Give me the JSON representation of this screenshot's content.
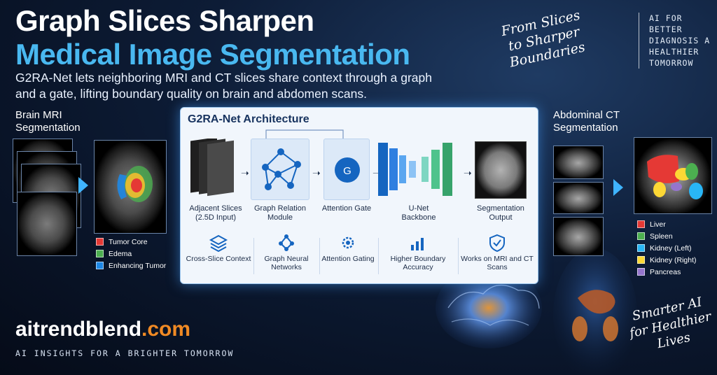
{
  "header": {
    "title_line1": "Graph Slices Sharpen",
    "title_line2": "Medical Image Segmentation",
    "subtitle": "G2RA-Net lets neighboring MRI and CT slices share context through a graph and a gate, lifting boundary quality on brain and abdomen scans."
  },
  "notes": {
    "slices": "From Slices to Sharper Boundaries",
    "ai_better": "AI FOR BETTER DIAGNOSIS A HEALTHIER TOMORROW",
    "smarter": "Smarter AI for Healthier Lives"
  },
  "mri": {
    "title": "Brain MRI Segmentation",
    "legend": [
      {
        "label": "Tumor Core",
        "color": "#e53935"
      },
      {
        "label": "Edema",
        "color": "#4caf50"
      },
      {
        "label": "Enhancing Tumor",
        "color": "#1e88e5"
      }
    ]
  },
  "ct": {
    "title": "Abdominal CT Segmentation",
    "legend": [
      {
        "label": "Liver",
        "color": "#e53935"
      },
      {
        "label": "Spleen",
        "color": "#4caf50"
      },
      {
        "label": "Kidney (Left)",
        "color": "#29b6f6"
      },
      {
        "label": "Kidney (Right)",
        "color": "#fdd835"
      },
      {
        "label": "Pancreas",
        "color": "#9575cd"
      }
    ]
  },
  "architecture": {
    "title": "G2RA-Net Architecture",
    "gate_letter": "G",
    "stages": [
      {
        "label": "Adjacent Slices (2.5D Input)"
      },
      {
        "label": "Graph Relation Module"
      },
      {
        "label": "Attention Gate"
      },
      {
        "label": "U-Net Backbone"
      },
      {
        "label": "Segmentation Output"
      }
    ],
    "features": [
      {
        "label": "Cross-Slice Context",
        "icon": "layers-icon"
      },
      {
        "label": "Graph Neural Networks",
        "icon": "graph-icon"
      },
      {
        "label": "Attention Gating",
        "icon": "gear-icon"
      },
      {
        "label": "Higher Boundary Accuracy",
        "icon": "bar-chart-icon"
      },
      {
        "label": "Works on MRI and CT Scans",
        "icon": "shield-check-icon"
      }
    ]
  },
  "brand": {
    "name": "aitrendblend.com",
    "tagline": "AI INSIGHTS FOR A BRIGHTER TOMORROW"
  },
  "colors": {
    "accent": "#49b8f0",
    "panel": "#f1f6fc",
    "brand_orange": "#f08a24"
  }
}
